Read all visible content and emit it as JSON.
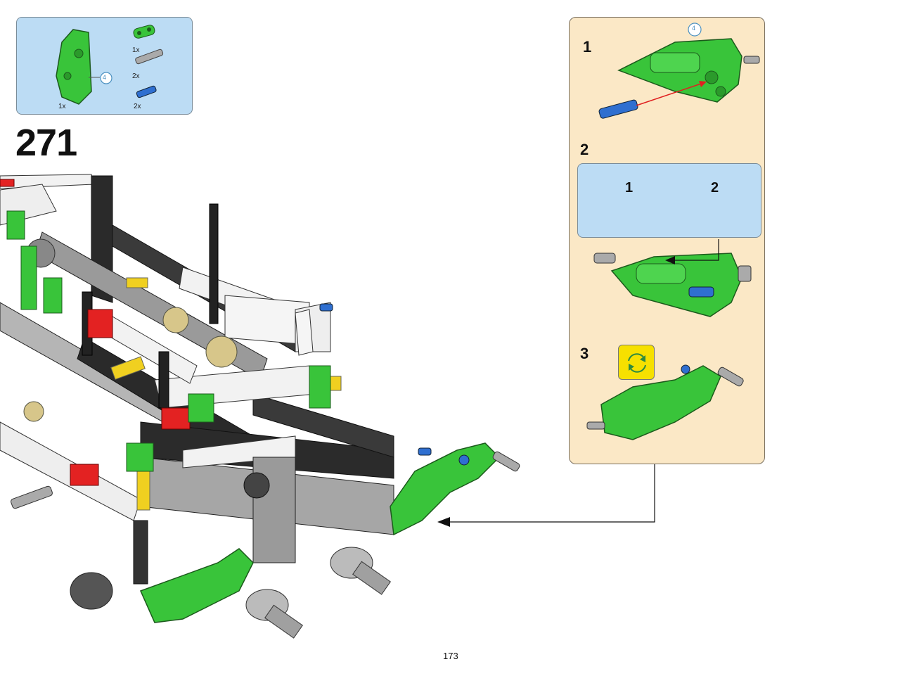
{
  "parts_list": {
    "items": [
      {
        "name": "green-panel",
        "quantity": "1x",
        "callout": "4"
      },
      {
        "name": "green-connector",
        "quantity": "1x"
      },
      {
        "name": "grey-pin",
        "quantity": "2x"
      },
      {
        "name": "blue-pin",
        "quantity": "2x"
      }
    ]
  },
  "step": {
    "number": "271"
  },
  "sub_assembly": {
    "callout": "4",
    "steps": [
      {
        "label": "1"
      },
      {
        "label": "2"
      },
      {
        "label": "3"
      }
    ],
    "inner_steps": [
      {
        "label": "1"
      },
      {
        "label": "2"
      }
    ],
    "rotate_icon": "rotate-icon"
  },
  "page": {
    "number": "173"
  },
  "colors": {
    "parts_bg": "#bcdcf4",
    "sub_panel_bg": "#fbe8c6",
    "lime_green": "#39c43a",
    "arrow_red": "#e02020",
    "rotate_yellow": "#f6e000"
  }
}
